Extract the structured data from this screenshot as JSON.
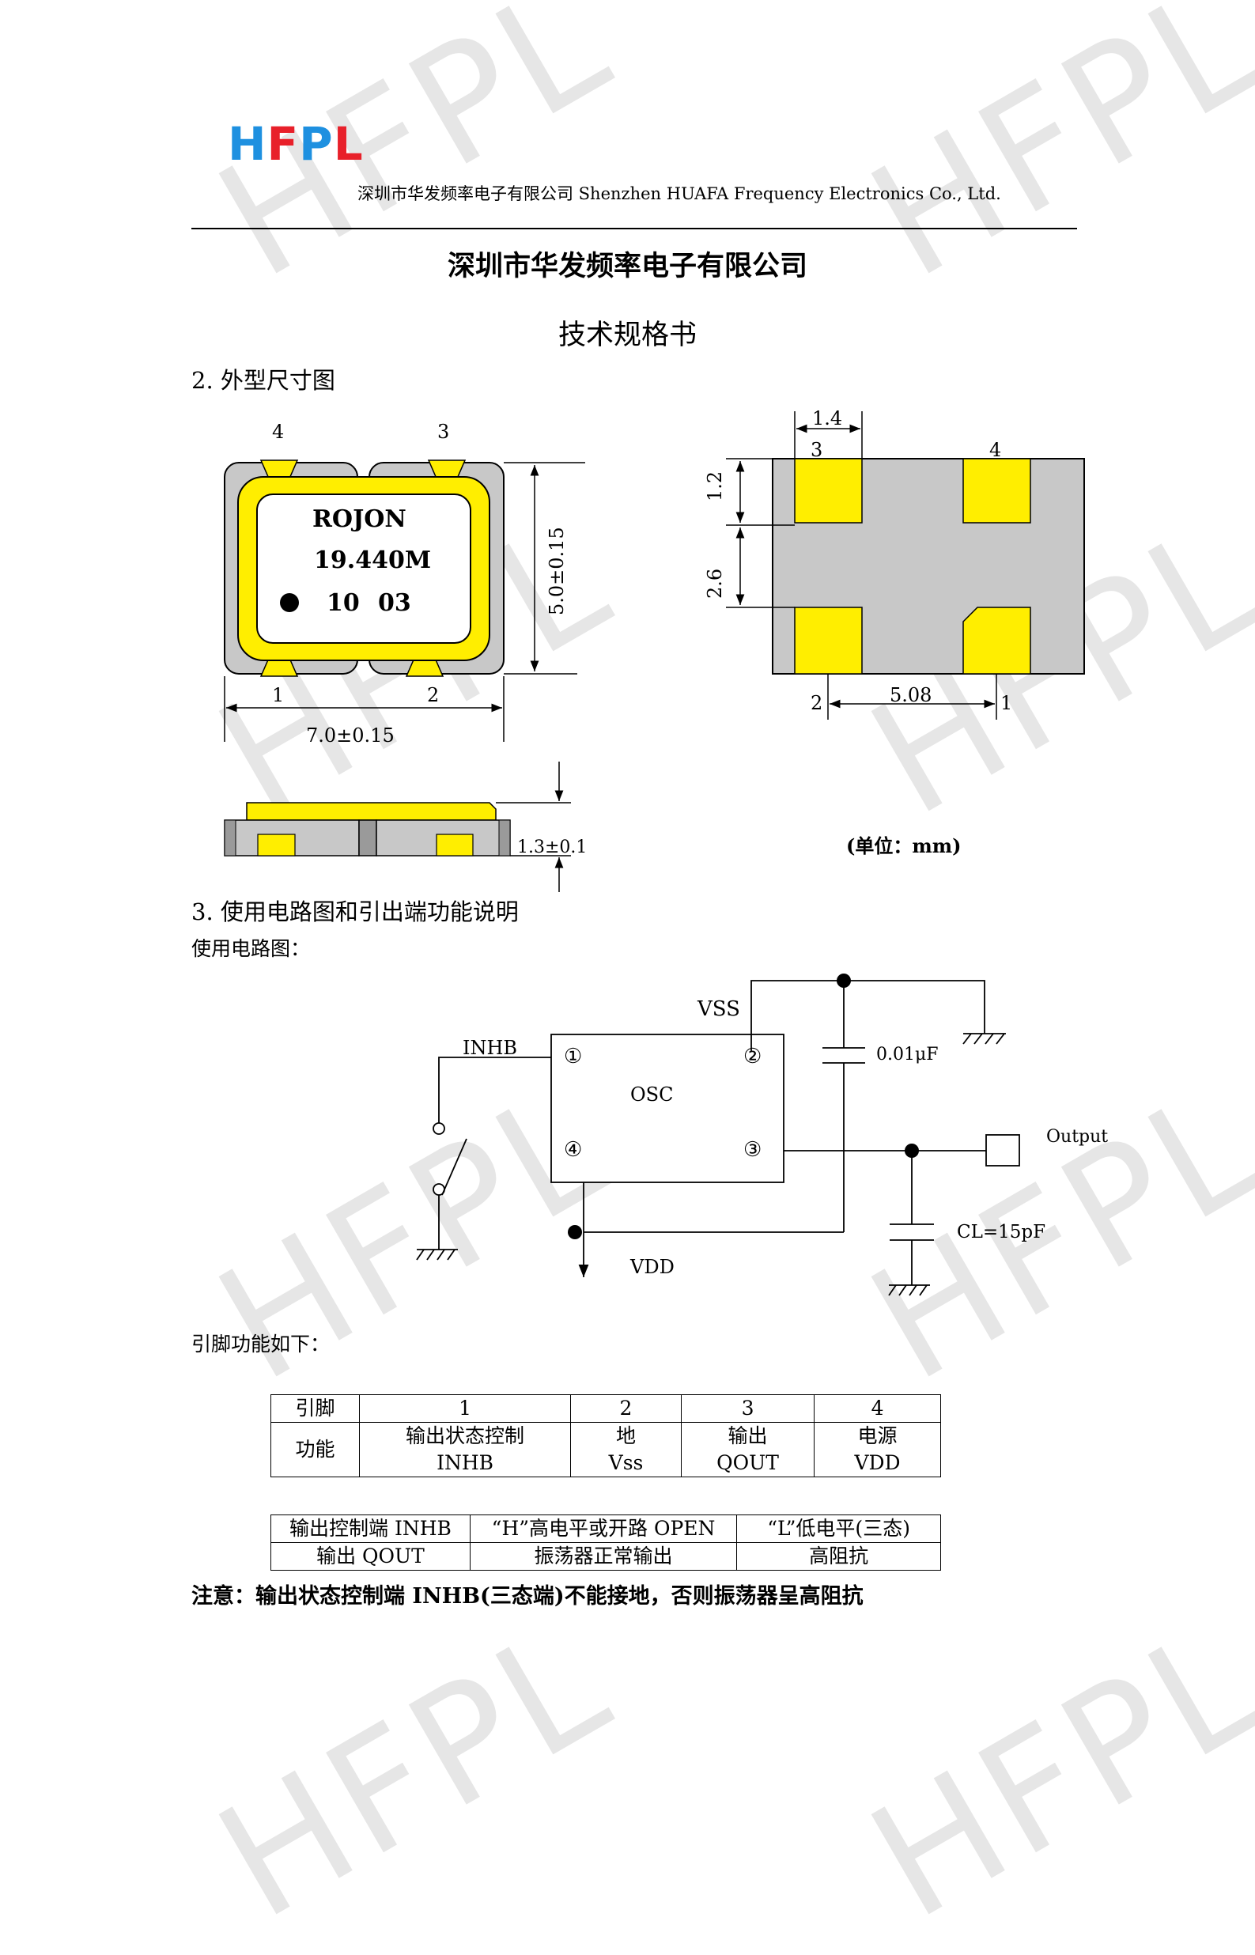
{
  "watermark": "HFPL",
  "header": {
    "logo": {
      "h": "H",
      "f": "F",
      "p": "P",
      "l": "L"
    },
    "company_line": "深圳市华发频率电子有限公司 Shenzhen HUAFA Frequency Electronics Co., Ltd."
  },
  "title": "深圳市华发频率电子有限公司",
  "subtitle": "技术规格书",
  "section2": {
    "heading": "2. 外型尺寸图",
    "top_view": {
      "pins": [
        "4",
        "3",
        "1",
        "2"
      ],
      "marking": [
        "ROJON",
        "19.440M",
        "10",
        "03"
      ],
      "width": "7.0±0.15",
      "height": "5.0±0.15"
    },
    "bottom_view": {
      "dim_pad_w": "1.4",
      "dim_pad_h": "1.2",
      "dim_pitch_v": "2.6",
      "dim_pitch_h": "5.08",
      "pins": [
        "3",
        "4",
        "2",
        "1"
      ]
    },
    "side_view": {
      "thickness": "1.3±0.1"
    },
    "unit": "(单位：mm)"
  },
  "section3": {
    "heading": "3. 使用电路图和引出端功能说明",
    "subheading": "使用电路图：",
    "circuit": {
      "vss": "VSS",
      "inhb": "INHB",
      "osc": "OSC",
      "pin1": "①",
      "pin2": "②",
      "pin3": "③",
      "pin4": "④",
      "cap1": "0.01μF",
      "output": "Output",
      "cl": "CL=15pF",
      "vdd": "VDD"
    },
    "pin_heading": "引脚功能如下：",
    "pin_table": {
      "row1": [
        "引脚",
        "1",
        "2",
        "3",
        "4"
      ],
      "row2_label": "功能",
      "functions": [
        [
          "输出状态控制",
          "INHB"
        ],
        [
          "地",
          "Vss"
        ],
        [
          "输出",
          "QOUT"
        ],
        [
          "电源",
          "VDD"
        ]
      ]
    },
    "ctrl_table": {
      "row1": [
        "输出控制端 INHB",
        "“H”高电平或开路 OPEN",
        "“L”低电平(三态)"
      ],
      "row2": [
        "输出 QOUT",
        "振荡器正常输出",
        "高阻抗"
      ]
    },
    "note": "注意：输出状态控制端 INHB(三态端)不能接地，否则振荡器呈高阻抗"
  },
  "colors": {
    "logo_blue": "#1e90e0",
    "logo_red": "#e8202a",
    "pad_yellow": "#ffee00",
    "body_gray": "#c8c8c8"
  }
}
